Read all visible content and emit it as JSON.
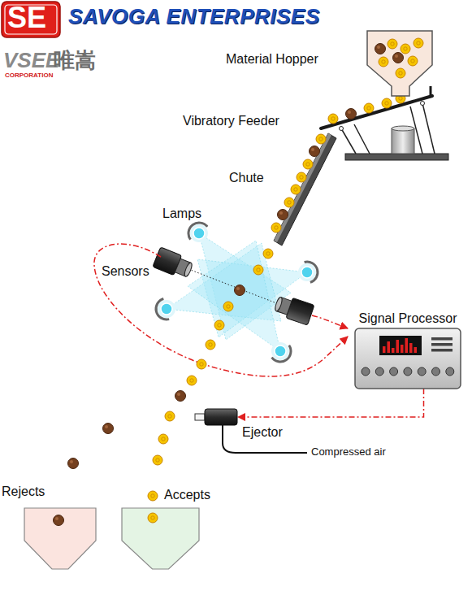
{
  "diagram": {
    "title": "SAVOGA ENTERPRISES",
    "nodes": [
      {
        "text": [
          "Material Hopper"
        ]
      },
      {
        "text": [
          "Signal Processor"
        ]
      },
      {
        "text": [
          "Ejector"
        ]
      },
      {
        "text": [
          "Rejects"
        ]
      },
      {
        "text": [
          "Accepts"
        ]
      }
    ],
    "edges": [
      {
        "from": 1,
        "to": 2,
        "arrow": "to"
      }
    ],
    "labels": [
      "SE",
      "VSEE",
      "CORPORATION",
      "唯嵩",
      "Vibratory Feeder",
      "Chute",
      "Lamps",
      "Sensors",
      "Compressed air"
    ]
  }
}
